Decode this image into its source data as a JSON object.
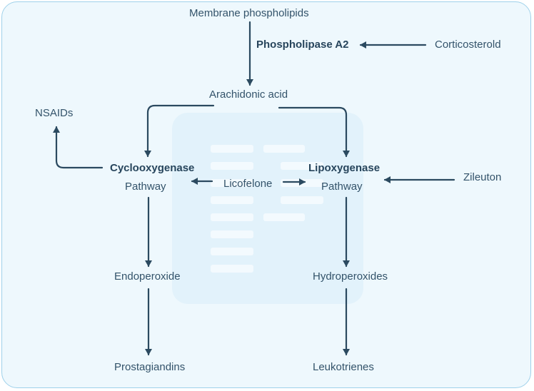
{
  "diagram": {
    "membrane": "Membrane phospholipids",
    "phospholipase": "Phospholipase A2",
    "corticosteroid": "Corticosterold",
    "arachidonic": "Arachidonic acid",
    "nsaids": "NSAIDs",
    "cyclooxygenase": "Cyclooxygenase",
    "cox_pathway": "Pathway",
    "licofelone": "Licofelone",
    "lipoxygenase": "Lipoxygenase",
    "lox_pathway": "Pathway",
    "zileuton": "Zileuton",
    "endoperoxide": "Endoperoxide",
    "hydroperoxides": "Hydroperoxides",
    "prostaglandins": "Prostagiandins",
    "leukotrienes": "Leukotrienes"
  },
  "colors": {
    "background": "#eef8fd",
    "border": "#9fd1ea",
    "arrow": "#2b4a60",
    "text": "#33536a",
    "watermark": "#e2f2fb"
  },
  "icons": {
    "watermark": "document-watermark-icon"
  }
}
